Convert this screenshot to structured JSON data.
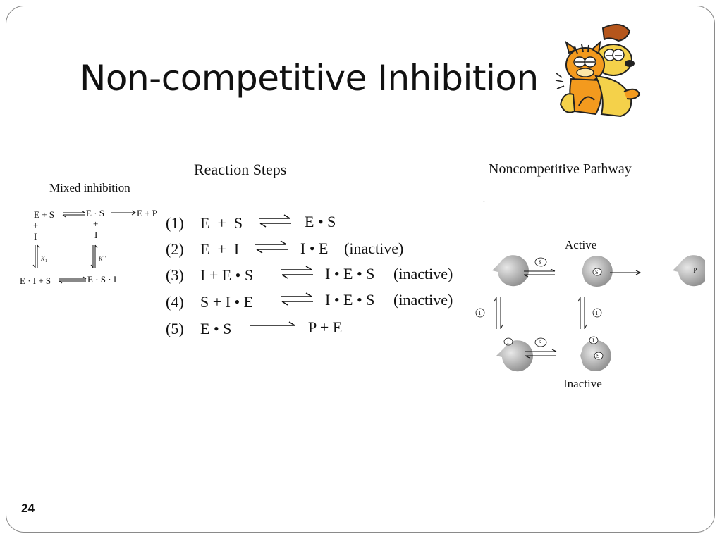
{
  "slide": {
    "title": "Non-competitive Inhibition",
    "page_number": "24"
  },
  "mixed": {
    "heading": "Mixed inhibition",
    "row1_left": "E + S",
    "row1_mid": "E · S",
    "row1_right": "E + P",
    "plus_left": "+",
    "i_left": "I",
    "plus_mid": "+",
    "i_mid": "I",
    "k1": "K",
    "k1_sub": "1",
    "k1p": "K",
    "k1p_sub": "1′",
    "row2_left": "E · I + S",
    "row2_mid": "E · S · I"
  },
  "reaction_steps": {
    "heading": "Reaction Steps",
    "steps": [
      {
        "num": "(1)",
        "left": "E  +  S",
        "right": "E • S",
        "note": ""
      },
      {
        "num": "(2)",
        "left": "E  +  I",
        "right": "I • E",
        "note": "(inactive)"
      },
      {
        "num": "(3)",
        "left": "I + E • S",
        "right": "I • E • S",
        "note": "(inactive)"
      },
      {
        "num": "(4)",
        "left": "S + I • E",
        "right": "I • E • S",
        "note": "(inactive)"
      },
      {
        "num": "(5)",
        "left": "E • S",
        "right": "P + E",
        "note": ""
      }
    ]
  },
  "pathway": {
    "heading": "Noncompetitive Pathway",
    "dot": "-",
    "active_label": "Active",
    "inactive_label": "Inactive",
    "product_label": "+ P",
    "s": "S",
    "i": "I"
  },
  "image": {
    "description_icon": "cartoon-icon"
  }
}
